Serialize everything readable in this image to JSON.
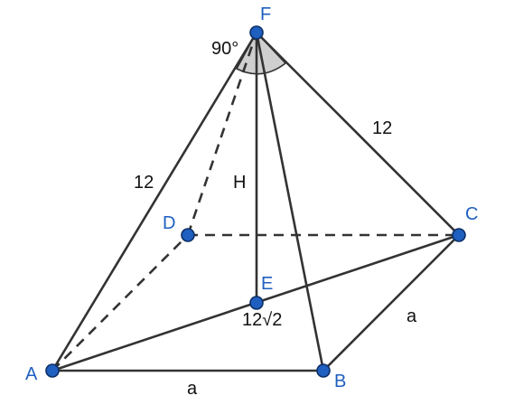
{
  "vertices": {
    "A": {
      "label": "A"
    },
    "B": {
      "label": "B"
    },
    "C": {
      "label": "C"
    },
    "D": {
      "label": "D"
    },
    "E": {
      "label": "E"
    },
    "F": {
      "label": "F"
    }
  },
  "measurements": {
    "angle_at_F": "90°",
    "edge_AF": "12",
    "edge_CF": "12",
    "height_EF": "H",
    "diagonal_AC": "12√2",
    "edge_AB": "a",
    "edge_BC": "a"
  },
  "colors": {
    "vertex": "#1f5fbf",
    "vertex_label": "#1f5fbf",
    "edge": "#333333",
    "angle_marker": "#cfcfcf"
  }
}
